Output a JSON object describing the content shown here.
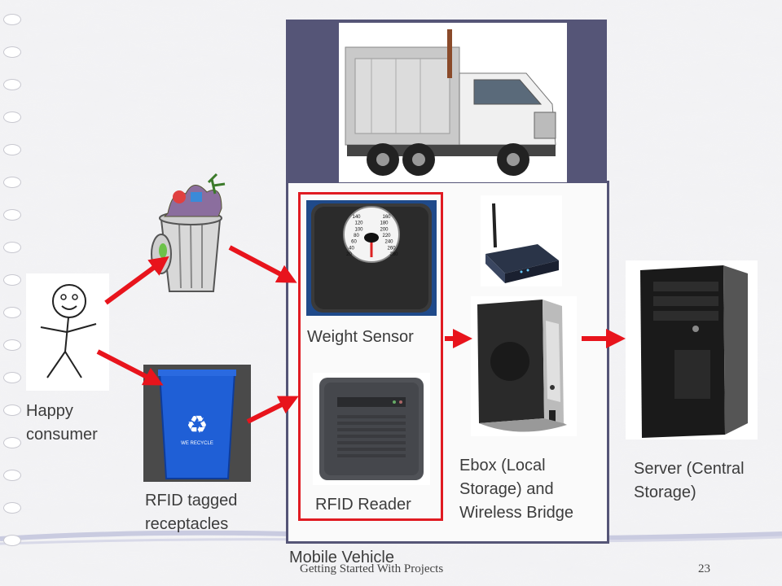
{
  "labels": {
    "consumer": [
      "Happy",
      "consumer"
    ],
    "receptacles": [
      "RFID tagged",
      "receptacles"
    ],
    "weight_sensor": "Weight Sensor",
    "rfid_reader": "RFID Reader",
    "ebox": [
      "Ebox (Local",
      "Storage) and",
      "Wireless Bridge"
    ],
    "server": [
      "Server (Central",
      "Storage)"
    ],
    "mobile_vehicle": "Mobile Vehicle"
  },
  "scale_numbers": [
    "140",
    "160",
    "120",
    "180",
    "100",
    "200",
    "80",
    "220",
    "60",
    "240",
    "40",
    "260",
    "20",
    "280"
  ],
  "bin_text": "WE RECYCLE",
  "footer": {
    "title": "Getting Started With Projects",
    "page": "23"
  },
  "colors": {
    "arrow": "#e8141c",
    "vehicle_panel": "#555577",
    "highlight": "#e01b22",
    "recycle_bin": "#1f5fd6"
  }
}
